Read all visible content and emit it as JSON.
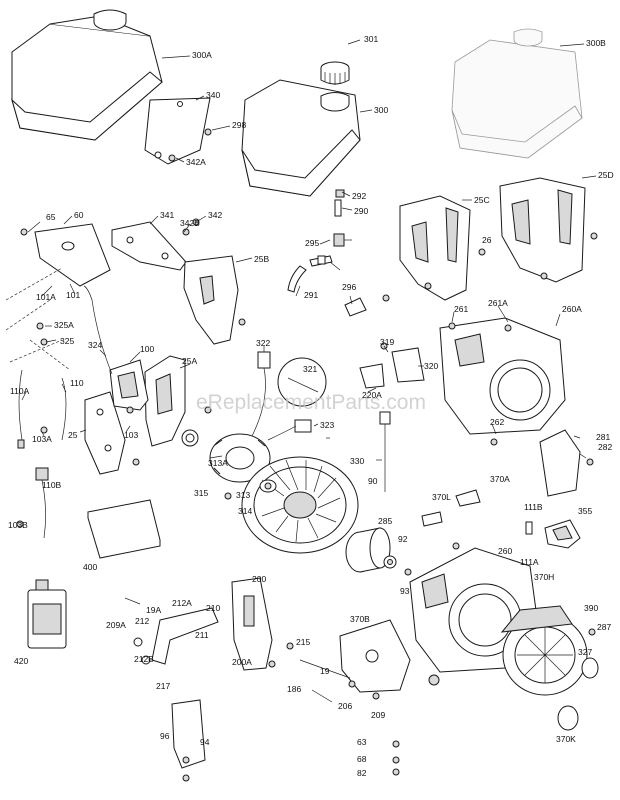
{
  "watermark": "eReplacementParts.com",
  "parts": [
    {
      "id": "300A"
    },
    {
      "id": "301"
    },
    {
      "id": "300B"
    },
    {
      "id": "340"
    },
    {
      "id": "298"
    },
    {
      "id": "300"
    },
    {
      "id": "342A"
    },
    {
      "id": "292"
    },
    {
      "id": "290"
    },
    {
      "id": "25C"
    },
    {
      "id": "25D"
    },
    {
      "id": "65"
    },
    {
      "id": "60"
    },
    {
      "id": "341"
    },
    {
      "id": "342B"
    },
    {
      "id": "342"
    },
    {
      "id": "295"
    },
    {
      "id": "26"
    },
    {
      "id": "25B"
    },
    {
      "id": "291"
    },
    {
      "id": "296"
    },
    {
      "id": "101A"
    },
    {
      "id": "101"
    },
    {
      "id": "325A"
    },
    {
      "id": "325"
    },
    {
      "id": "261"
    },
    {
      "id": "261A"
    },
    {
      "id": "260A"
    },
    {
      "id": "324"
    },
    {
      "id": "100"
    },
    {
      "id": "322"
    },
    {
      "id": "319"
    },
    {
      "id": "321"
    },
    {
      "id": "25A"
    },
    {
      "id": "320"
    },
    {
      "id": "110A"
    },
    {
      "id": "110"
    },
    {
      "id": "220A"
    },
    {
      "id": "323"
    },
    {
      "id": "103"
    },
    {
      "id": "103A"
    },
    {
      "id": "25"
    },
    {
      "id": "313A"
    },
    {
      "id": "262"
    },
    {
      "id": "282"
    },
    {
      "id": "330"
    },
    {
      "id": "281"
    },
    {
      "id": "110B"
    },
    {
      "id": "315"
    },
    {
      "id": "313"
    },
    {
      "id": "90"
    },
    {
      "id": "314"
    },
    {
      "id": "370A"
    },
    {
      "id": "370L"
    },
    {
      "id": "111B"
    },
    {
      "id": "355"
    },
    {
      "id": "285"
    },
    {
      "id": "92"
    },
    {
      "id": "103B"
    },
    {
      "id": "260"
    },
    {
      "id": "111A"
    },
    {
      "id": "370H"
    },
    {
      "id": "400"
    },
    {
      "id": "93"
    },
    {
      "id": "200"
    },
    {
      "id": "19A"
    },
    {
      "id": "212A"
    },
    {
      "id": "210"
    },
    {
      "id": "390"
    },
    {
      "id": "209A"
    },
    {
      "id": "212"
    },
    {
      "id": "211"
    },
    {
      "id": "370B"
    },
    {
      "id": "287"
    },
    {
      "id": "420"
    },
    {
      "id": "212B"
    },
    {
      "id": "215"
    },
    {
      "id": "200A"
    },
    {
      "id": "327"
    },
    {
      "id": "19"
    },
    {
      "id": "217"
    },
    {
      "id": "186"
    },
    {
      "id": "206"
    },
    {
      "id": "209"
    },
    {
      "id": "370K"
    },
    {
      "id": "96"
    },
    {
      "id": "94"
    },
    {
      "id": "63"
    },
    {
      "id": "68"
    },
    {
      "id": "82"
    }
  ]
}
